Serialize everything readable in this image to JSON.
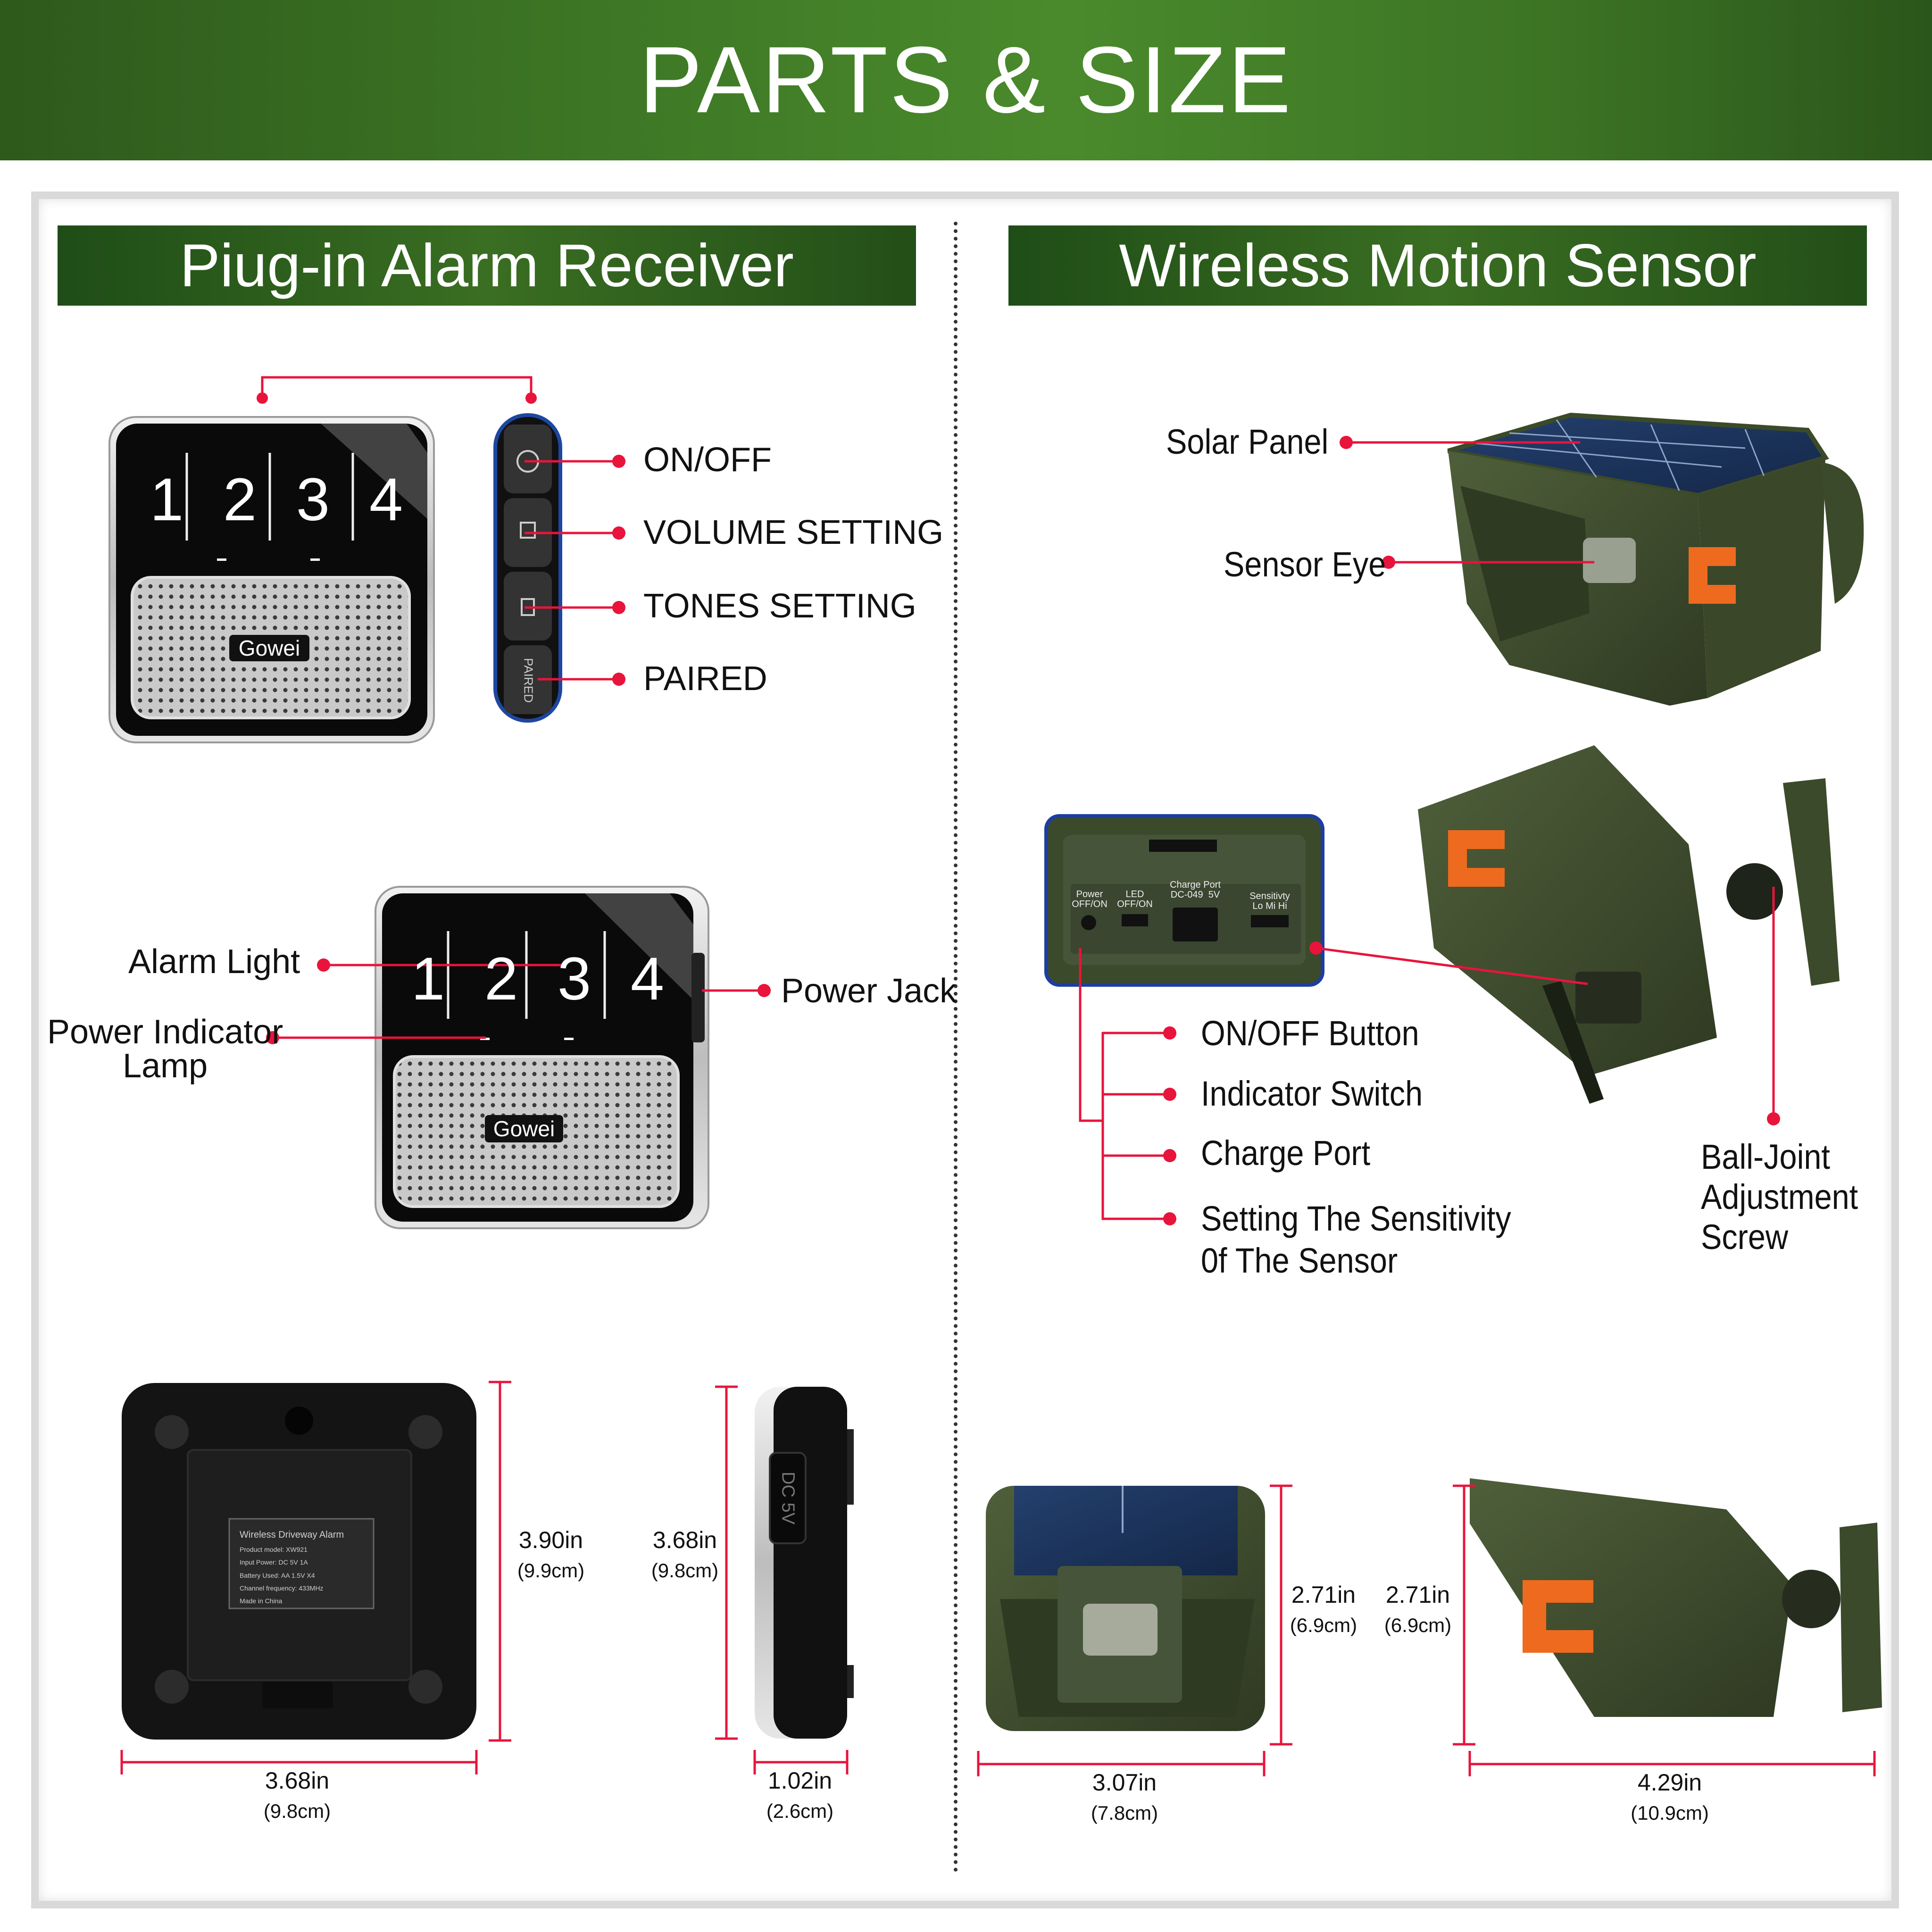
{
  "header": {
    "title": "PARTS & SIZE"
  },
  "left": {
    "banner": "Piug-in Alarm Receiver",
    "brand": "Gowei",
    "digits": [
      "1",
      "2",
      "3",
      "4"
    ],
    "side_buttons": [
      "ON/OFF",
      "VOLUME SETTING",
      "TONES SETTING",
      "PAIRED"
    ],
    "paired_engraving": "PAIRED",
    "front_labels": {
      "alarm_light": "Alarm Light",
      "power_indicator": "Power Indicator\nLamp",
      "power_jack": "Power Jack"
    },
    "jack_text": "DC 5V",
    "back_label": {
      "title": "Wireless Driveway Alarm",
      "lines": [
        "Product model: XW921",
        "Input Power: DC 5V 1A",
        "Battery Used: AA 1.5V X4",
        "Channel frequency: 433MHz",
        "Made in China"
      ]
    },
    "dims": {
      "height_back": {
        "in": "3.90in",
        "cm": "(9.9cm)"
      },
      "height_side": {
        "in": "3.68in",
        "cm": "(9.8cm)"
      },
      "width_back": {
        "in": "3.68in",
        "cm": "(9.8cm)"
      },
      "depth_side": {
        "in": "1.02in",
        "cm": "(2.6cm)"
      }
    }
  },
  "right": {
    "banner": "Wireless Motion Sensor",
    "top_labels": {
      "solar": "Solar Panel",
      "eye": "Sensor Eye"
    },
    "panel": {
      "power": "Power\nOFF/ON",
      "led": "LED\nOFF/ON",
      "charge": "Charge Port\nDC-049  5V",
      "sens": "Sensitivty\nLo Mi Hi"
    },
    "bottom_labels": [
      "ON/OFF Button",
      "Indicator Switch",
      "Charge Port",
      "Setting The Sensitivity\n0f The Sensor"
    ],
    "ball_joint": "Ball-Joint\nAdjustment\nScrew",
    "dims": {
      "height_front": {
        "in": "2.71in",
        "cm": "(6.9cm)"
      },
      "height_side": {
        "in": "2.71in",
        "cm": "(6.9cm)"
      },
      "width_front": {
        "in": "3.07in",
        "cm": "(7.8cm)"
      },
      "length_side": {
        "in": "4.29in",
        "cm": "(10.9cm)"
      }
    }
  },
  "colors": {
    "header_green": "#3f7a26",
    "banner_green": "#2e5e1e",
    "accent_red": "#e8143c",
    "sensor_green": "#3c4a2c",
    "sensor_orange": "#ee6a1e"
  }
}
